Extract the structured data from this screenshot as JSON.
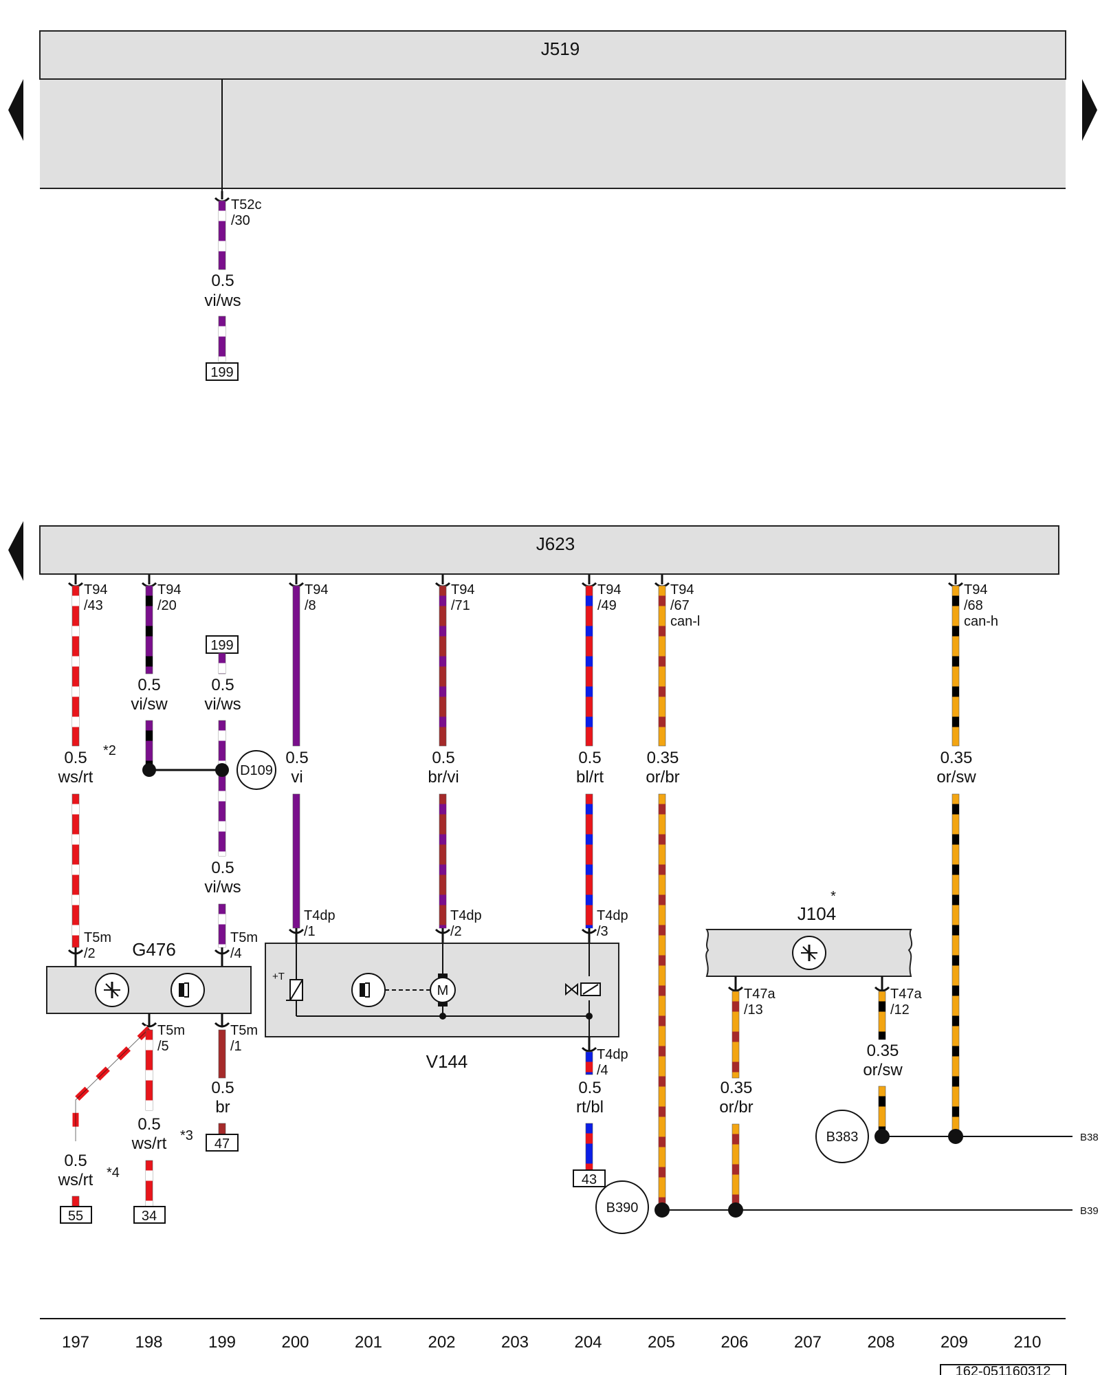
{
  "units": {
    "j519": "J519",
    "j623": "J623",
    "g476": "G476",
    "v144": "V144",
    "j104": "J104",
    "j104_note": "*"
  },
  "pins": {
    "t52c_30": [
      "T52c",
      "/30"
    ],
    "t94_43": [
      "T94",
      "/43"
    ],
    "t94_20": [
      "T94",
      "/20"
    ],
    "t94_8": [
      "T94",
      "/8"
    ],
    "t94_71": [
      "T94",
      "/71"
    ],
    "t94_49": [
      "T94",
      "/49"
    ],
    "t94_67": [
      "T94",
      "/67",
      "can-l"
    ],
    "t94_68": [
      "T94",
      "/68",
      "can-h"
    ],
    "t5m_2": [
      "T5m",
      "/2"
    ],
    "t5m_4": [
      "T5m",
      "/4"
    ],
    "t5m_5": [
      "T5m",
      "/5"
    ],
    "t5m_1": [
      "T5m",
      "/1"
    ],
    "t4dp_1": [
      "T4dp",
      "/1"
    ],
    "t4dp_2": [
      "T4dp",
      "/2"
    ],
    "t4dp_3": [
      "T4dp",
      "/3"
    ],
    "t4dp_4": [
      "T4dp",
      "/4"
    ],
    "t47a_13": [
      "T47a",
      "/13"
    ],
    "t47a_12": [
      "T47a",
      "/12"
    ]
  },
  "wires": {
    "w_top": [
      "0.5",
      "vi/ws"
    ],
    "w197": [
      "0.5",
      "ws/rt"
    ],
    "w198": [
      "0.5",
      "vi/sw"
    ],
    "w199a": [
      "0.5",
      "vi/ws"
    ],
    "w199b": [
      "0.5",
      "vi/ws"
    ],
    "w200": [
      "0.5",
      "vi"
    ],
    "w202": [
      "0.5",
      "br/vi"
    ],
    "w204": [
      "0.5",
      "bl/rt"
    ],
    "w205": [
      "0.35",
      "or/br"
    ],
    "w209": [
      "0.35",
      "or/sw"
    ],
    "w198b": [
      "0.5",
      "ws/rt"
    ],
    "w197b": [
      "0.5",
      "ws/rt"
    ],
    "w199c": [
      "0.5",
      "br"
    ],
    "w204b": [
      "0.5",
      "rt/bl"
    ],
    "w206": [
      "0.35",
      "or/br"
    ],
    "w208": [
      "0.35",
      "or/sw"
    ]
  },
  "notes": {
    "n2": "*2",
    "n3": "*3",
    "n4": "*4"
  },
  "refs": {
    "r199_top": "199",
    "r199": "199",
    "r47": "47",
    "r55": "55",
    "r34": "34",
    "r43": "43"
  },
  "splices": {
    "d109": "D109",
    "b390": "B390",
    "b383": "B383"
  },
  "bus_labels": {
    "b38": "B38",
    "b39": "B39"
  },
  "sensor_symbols": {
    "temp": "+T",
    "motor": "M"
  },
  "columns": [
    "197",
    "198",
    "199",
    "200",
    "201",
    "202",
    "203",
    "204",
    "205",
    "206",
    "207",
    "208",
    "209",
    "210"
  ],
  "drawing_id": "162-051160312",
  "colors": {
    "vi": "#7a0f8c",
    "ws": "#ffffff",
    "rt": "#e8151b",
    "bl": "#0b1ee6",
    "br": "#a52a2a",
    "or": "#f3a512",
    "sw": "#000000",
    "panel": "#e0e0e0"
  }
}
